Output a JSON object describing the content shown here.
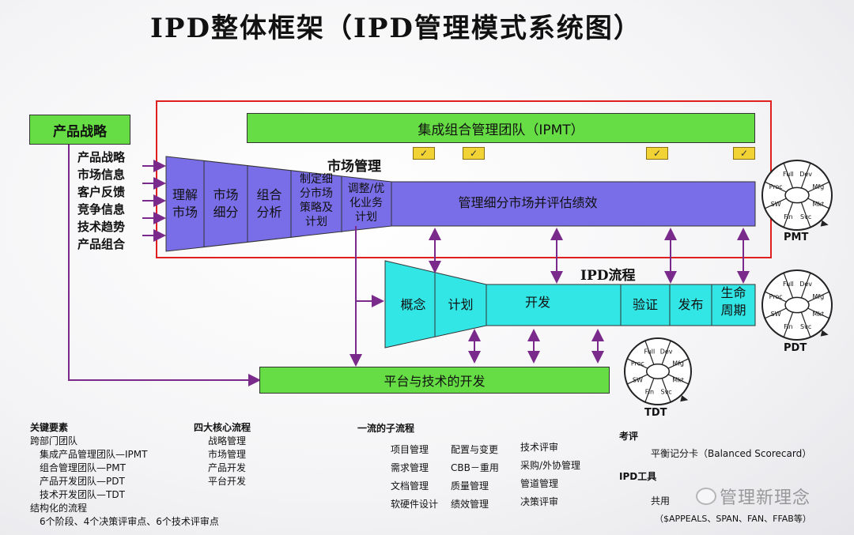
{
  "title": "IPD整体框架（IPD管理模式系统图）",
  "product_strategy_box": "产品战略",
  "ipmt_bar": "集成组合管理团队（IPMT）",
  "market_mgmt_label": "市场管理",
  "ipd_flow_label": "IPD流程",
  "platform_bar": "平台与技术的开发",
  "manage_segment_bar": "管理细分市场并评估绩效",
  "inputs": [
    "产品战略",
    "市场信息",
    "客户反馈",
    "竞争信息",
    "技术趋势",
    "产品组合"
  ],
  "market_steps": [
    "理解市场",
    "市场细分",
    "组合分析",
    "制定细分市场策略及计划",
    "调整/优化业务计划"
  ],
  "market_steps_lines": [
    [
      "理解",
      "市场"
    ],
    [
      "市场",
      "细分"
    ],
    [
      "组合",
      "分析"
    ],
    [
      "制定细",
      "分市场",
      "策略及",
      "计划"
    ],
    [
      "调整/优",
      "化业务",
      "计划"
    ]
  ],
  "ipd_steps": [
    "概念",
    "计划",
    "开发",
    "验证",
    "发布",
    "生命周期"
  ],
  "wheel_segments": [
    "Dev",
    "Mfg",
    "Mkt",
    "Svc",
    "Fin",
    "SW",
    "Proc",
    "Full"
  ],
  "wheels": [
    "PMT",
    "PDT",
    "TDT"
  ],
  "check_mark": "✓",
  "key_elements": {
    "heading": "关键要素",
    "lines": [
      "跨部门团队",
      "集成产品管理团队—IPMT",
      "组合管理团队—PMT",
      "产品开发团队—PDT",
      "技术开发团队—TDT",
      "结构化的流程",
      "6个阶段、4个决策评审点、6个技术评审点"
    ]
  },
  "core_processes": {
    "heading": "四大核心流程",
    "lines": [
      "战略管理",
      "市场管理",
      "产品开发",
      "平台开发"
    ]
  },
  "sub_processes": {
    "heading": "一流的子流程",
    "col1": [
      "项目管理",
      "需求管理",
      "文档管理",
      "软硬件设计"
    ],
    "col2": [
      "配置与变更",
      "CBB－重用",
      "质量管理",
      "绩效管理"
    ],
    "col3": [
      "技术评审",
      "采购/外协管理",
      "管道管理",
      "决策评审"
    ]
  },
  "evaluation": {
    "heading": "考评",
    "line": "平衡记分卡（Balanced Scorecard）"
  },
  "ipd_tools": {
    "heading": "IPD工具",
    "line1": "共用",
    "line2": "（$APPEALS、SPAN、FAN、FFAB等）"
  },
  "watermark": "管理新理念",
  "colors": {
    "green": "#66dd44",
    "purple": "#7a6ee8",
    "cyan": "#33e6e6",
    "arrow": "#7a2a8a",
    "frame": "#e02020",
    "check": "#f2d335"
  }
}
